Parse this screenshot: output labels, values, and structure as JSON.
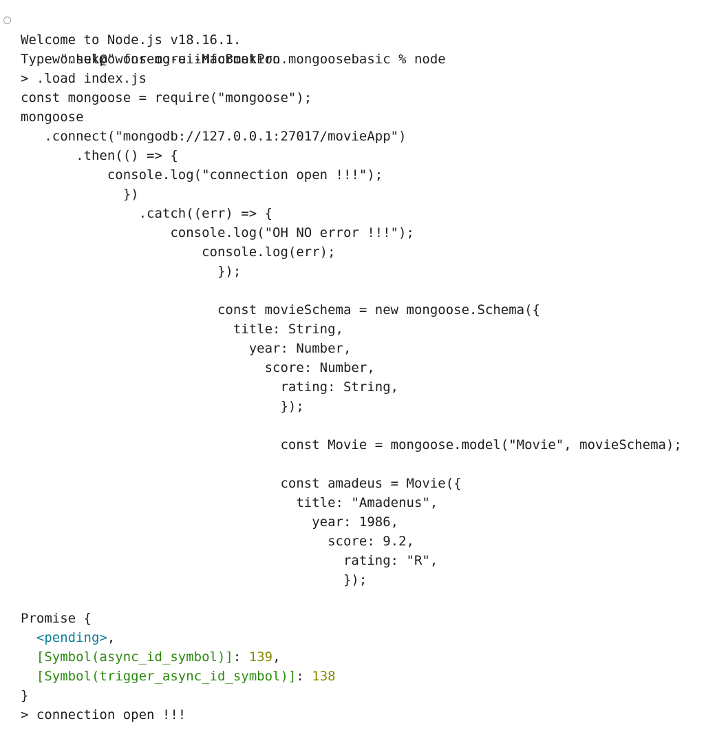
{
  "terminal": {
    "prompt": "wonsuk@owonseog-ui-MacBookPro mongoosebasic % node",
    "lines": [
      "Welcome to Node.js v18.16.1.",
      "Type \".help\" for more information.",
      "> .load index.js",
      "const mongoose = require(\"mongoose\");",
      "mongoose",
      "   .connect(\"mongodb://127.0.0.1:27017/movieApp\")",
      "       .then(() => {",
      "           console.log(\"connection open !!!\");",
      "             })",
      "               .catch((err) => {",
      "                   console.log(\"OH NO error !!!\");",
      "                       console.log(err);",
      "                         });",
      "",
      "                         const movieSchema = new mongoose.Schema({",
      "                           title: String,",
      "                             year: Number,",
      "                               score: Number,",
      "                                 rating: String,",
      "                                 });",
      "",
      "                                 const Movie = mongoose.model(\"Movie\", movieSchema);",
      "",
      "                                 const amadeus = Movie({",
      "                                   title: \"Amadenus\",",
      "                                     year: 1986,",
      "                                       score: 9.2,",
      "                                         rating: \"R\",",
      "                                         });",
      ""
    ],
    "promise_open": "Promise {",
    "pending_indent": "  ",
    "pending": "<pending>",
    "comma": ",",
    "async_id": {
      "indent": "  ",
      "key": "[Symbol(async_id_symbol)]",
      "sep": ": ",
      "value": "139",
      "tail": ","
    },
    "trigger_async_id": {
      "indent": "  ",
      "key": "[Symbol(trigger_async_id_symbol)]",
      "sep": ": ",
      "value": "138",
      "tail": ""
    },
    "promise_close": "}",
    "last_line": "> connection open !!!"
  }
}
